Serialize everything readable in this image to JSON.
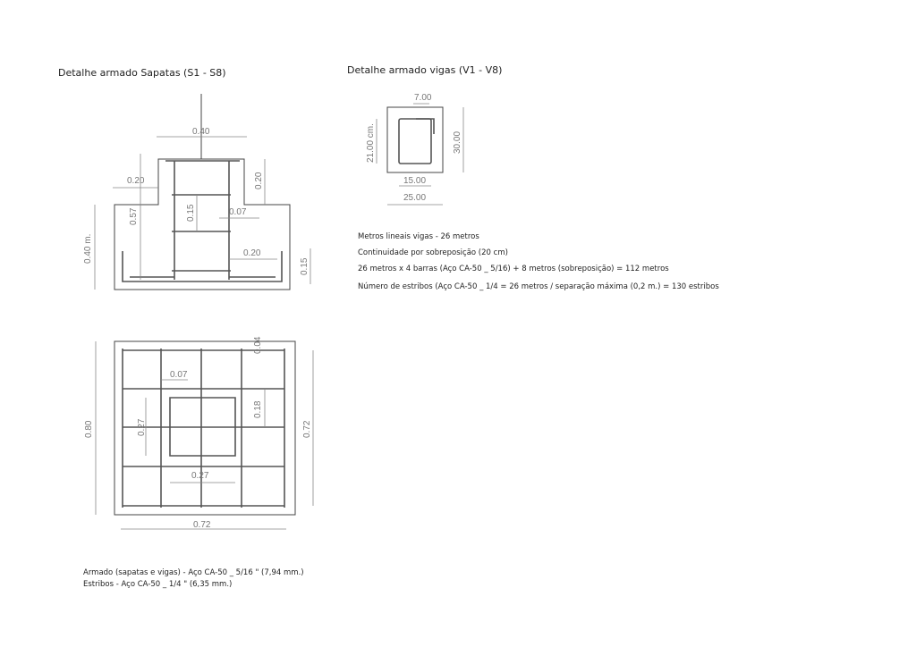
{
  "footing": {
    "title": "Detalhe armado Sapatas (S1 - S8)",
    "section_dims": {
      "column_width": "0.40",
      "step_width": "0.20",
      "step_height": "0.20",
      "total_height": "0.57",
      "stirrup_spacing": "0.15",
      "cover": "0.07",
      "base_height": "0.40 m.",
      "hook_length": "0.20",
      "hook_height": "0.15"
    },
    "plan_dims": {
      "outer": "0.80",
      "grid_width": "0.72",
      "grid_height": "0.72",
      "cover": "0.04",
      "column_cover": "0.07",
      "column_height": "0.18",
      "column_side": "0.27",
      "column_base": "0.27"
    },
    "notes": [
      "Armado (sapatas e vigas) -  Aço CA-50 _ 5/16 \" (7,94 mm.)",
      "Estribos -  Aço CA-50 _ 1/4 \" (6,35 mm.)"
    ]
  },
  "beam": {
    "title": "Detalhe armado vigas (V1 - V8)",
    "dims": {
      "hook": "7.00",
      "inner_height": "21.00 cm.",
      "height": "30.00",
      "inner_width": "15.00",
      "width": "25.00"
    },
    "notes": [
      "Metros lineais vigas - 26 metros",
      "Continuidade por sobreposição (20 cm)",
      "26 metros x 4 barras (Aço CA-50 _ 5/16) + 8 metros (sobreposição) = 112 metros",
      "Número de estribos (Aço CA-50 _ 1/4 = 26 metros / separação máxima (0,2 m.) = 130 estribos"
    ]
  }
}
